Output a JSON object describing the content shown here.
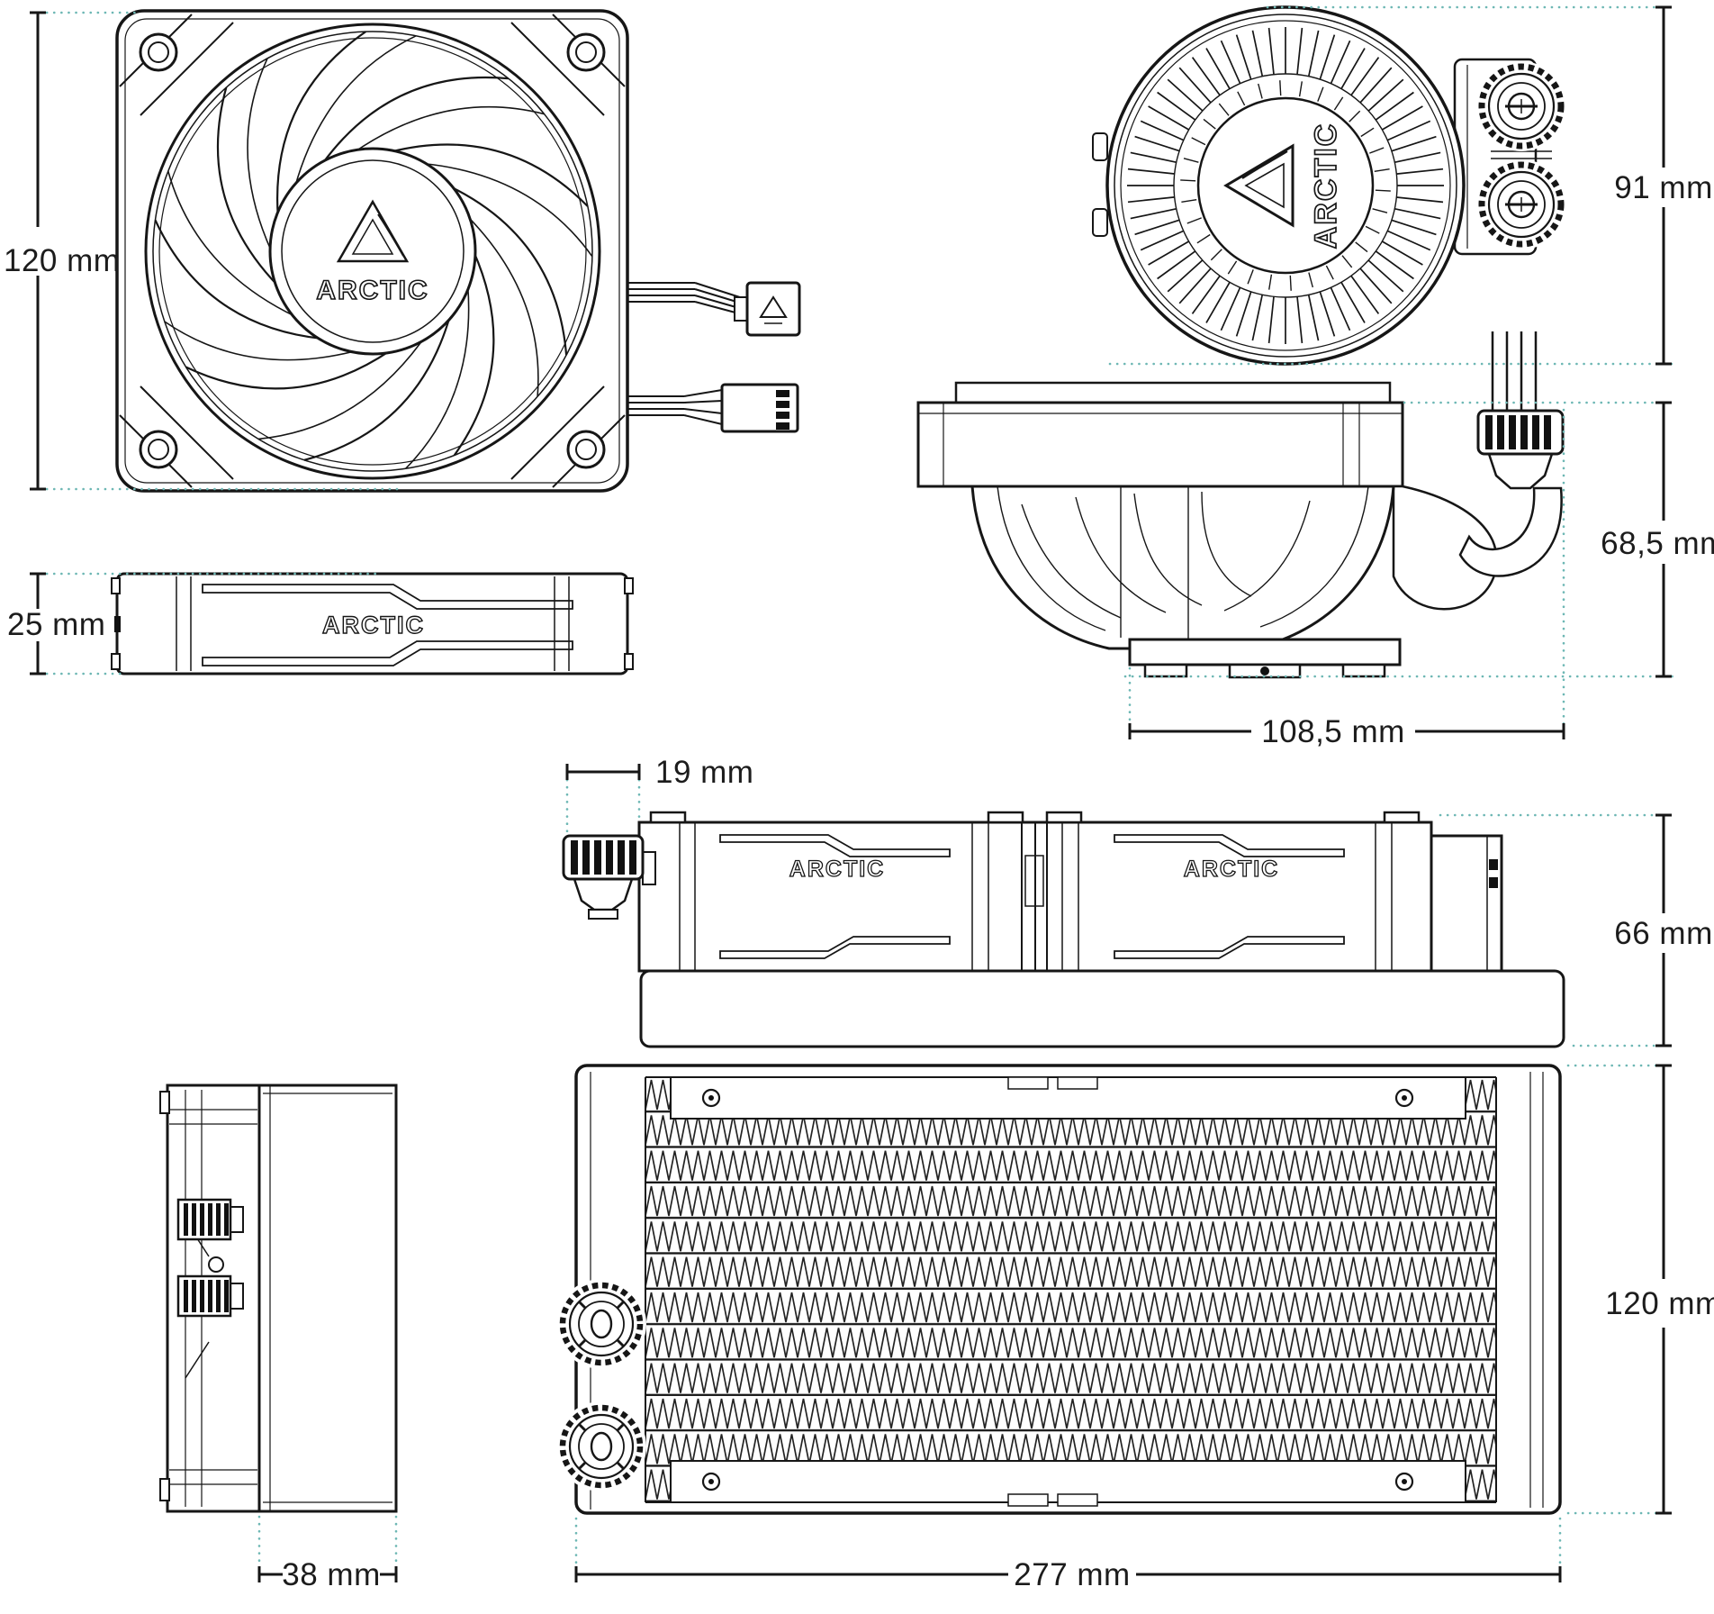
{
  "drawing": {
    "product": "ARCTIC all-in-one liquid CPU cooler dimensional drawing",
    "colors": {
      "line": "#161616",
      "extension_line": "#6db7b4",
      "background": "#ffffff"
    },
    "dimensions": {
      "fan_size": "120 mm",
      "fan_thickness": "25 mm",
      "pump_diameter": "91 mm",
      "pump_height": "68,5 mm",
      "pump_width": "108,5 mm",
      "fitting_protrusion": "19 mm",
      "radiator_assembly_height": "66 mm",
      "radiator_thickness": "38 mm",
      "radiator_width": "120 mm",
      "radiator_length": "277 mm"
    },
    "logos": {
      "fan_front_hub": "ARCTIC",
      "fan_side": "ARCTIC",
      "pump_top_hub": "ARCTIC",
      "radiator_fan_1": "ARCTIC",
      "radiator_fan_2": "ARCTIC"
    }
  }
}
